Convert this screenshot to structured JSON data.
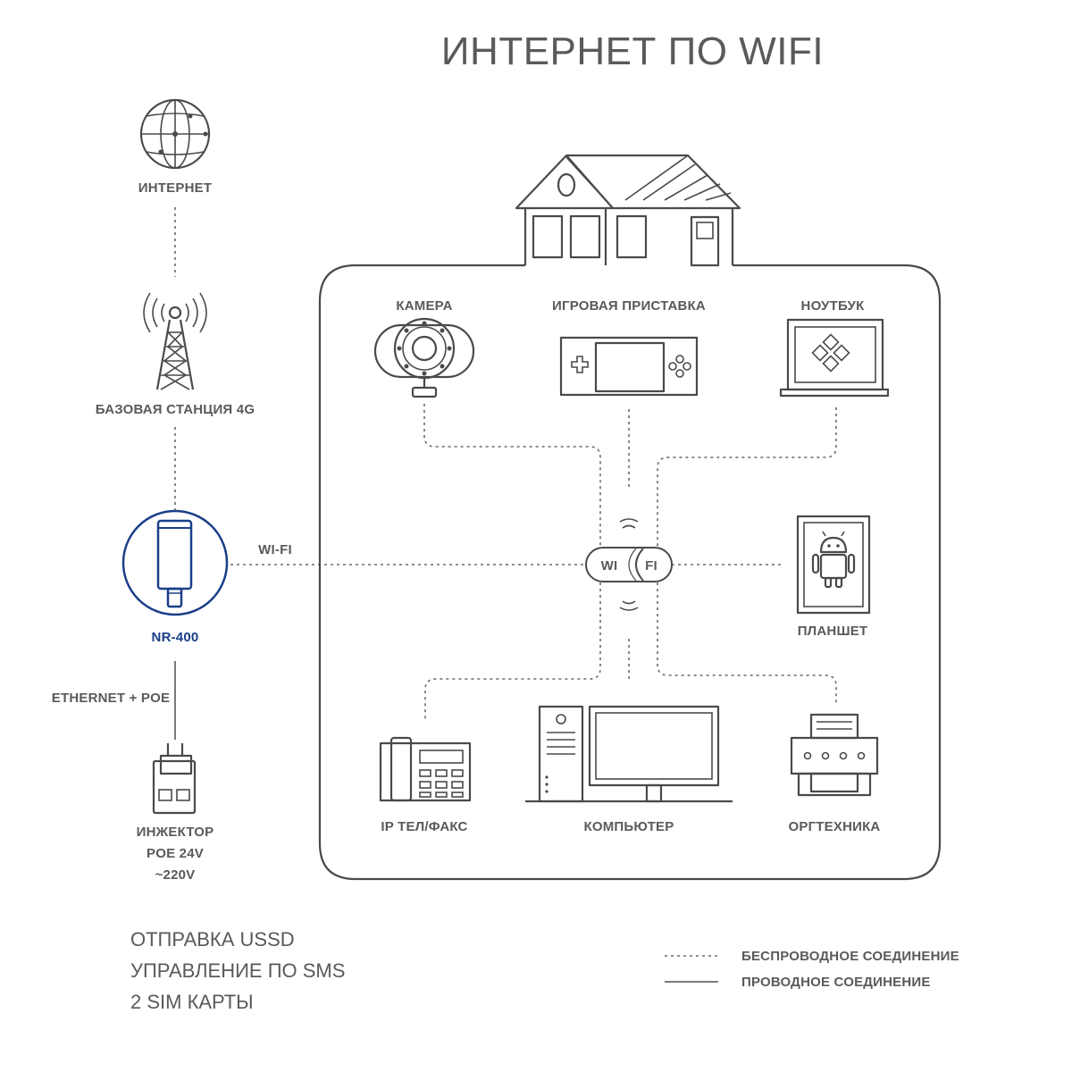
{
  "title": "ИНТЕРНЕТ ПО WIFI",
  "left_chain": {
    "internet": "ИНТЕРНЕТ",
    "base_station": "БАЗОВАЯ СТАНЦИЯ 4G",
    "router": "NR-400",
    "wifi_link": "WI-FI",
    "ethernet_link": "ETHERNET + POE",
    "injector_line1": "ИНЖЕКТОР",
    "injector_line2": "POE 24V",
    "injector_line3": "~220V"
  },
  "hub": {
    "left": "WI",
    "right": "FI"
  },
  "devices": {
    "camera": "КАМЕРА",
    "console": "ИГРОВАЯ ПРИСТАВКА",
    "laptop": "НОУТБУК",
    "tablet": "ПЛАНШЕТ",
    "phone": "IP ТЕЛ/ФАКС",
    "computer": "КОМПЬЮТЕР",
    "office": "ОРГТЕХНИКА"
  },
  "features": [
    "ОТПРАВКА USSD",
    "УПРАВЛЕНИЕ ПО SMS",
    "2 SIM КАРТЫ"
  ],
  "legend": {
    "wireless": "БЕСПРОВОДНОЕ СОЕДИНЕНИЕ",
    "wired": "ПРОВОДНОЕ СОЕДИНЕНИЕ"
  },
  "colors": {
    "accent": "#1a3f88",
    "line": "#4a4a4a",
    "text": "#5a5a5a"
  }
}
